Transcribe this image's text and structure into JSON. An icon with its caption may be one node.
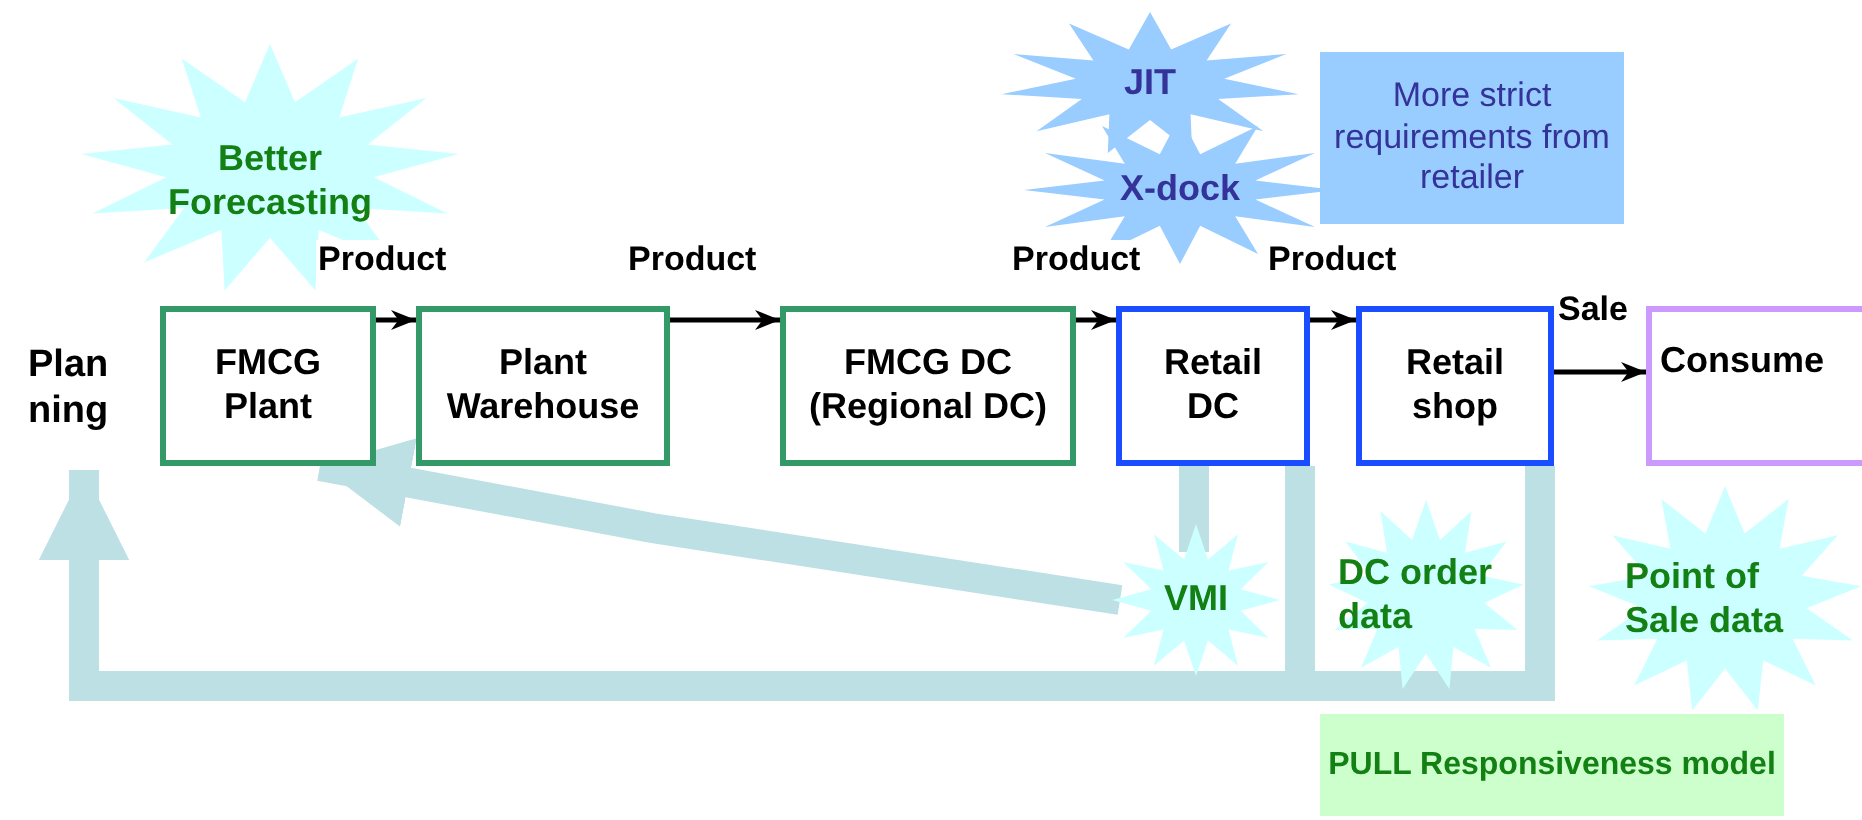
{
  "diagram": {
    "nodes": [
      {
        "text": [
          "Plan ning"
        ]
      },
      {
        "text": [
          "FMCG Plant"
        ]
      },
      {
        "text": [
          "Plant Warehouse"
        ]
      },
      {
        "text": [
          "FMCG DC (Regional DC)"
        ]
      },
      {
        "text": [
          "Retail DC"
        ]
      },
      {
        "text": [
          "Retail shop"
        ]
      },
      {
        "text": [
          "Consume"
        ]
      },
      {
        "text": [
          "Better Forecasting"
        ]
      },
      {
        "text": [
          "JIT"
        ]
      },
      {
        "text": [
          "X-dock"
        ]
      },
      {
        "text": [
          "More strict requirements from retailer"
        ]
      },
      {
        "text": [
          "VMI"
        ]
      },
      {
        "text": [
          "DC order data"
        ]
      },
      {
        "text": [
          "Point of Sale data"
        ]
      },
      {
        "text": [
          "PULL Responsiveness model"
        ]
      }
    ],
    "edges": [
      {
        "from": 1,
        "to": 2,
        "arrow": "to",
        "label": "Product"
      },
      {
        "from": 2,
        "to": 3,
        "arrow": "to",
        "label": "Product"
      },
      {
        "from": 3,
        "to": 4,
        "arrow": "to",
        "label": "Product"
      },
      {
        "from": 4,
        "to": 5,
        "arrow": "to",
        "label": "Product"
      },
      {
        "from": 5,
        "to": 6,
        "arrow": "to",
        "label": "Sale"
      },
      {
        "from": 4,
        "to": 11,
        "arrow": "none",
        "style": "thick",
        "color": "#bce0e3"
      },
      {
        "from": 11,
        "to": 1,
        "arrow": "to",
        "style": "thick",
        "color": "#bce0e3"
      },
      {
        "from": 4,
        "to": 0,
        "arrow": "to",
        "style": "thick",
        "color": "#bce0e3"
      },
      {
        "from": 5,
        "to": 0,
        "arrow": "to",
        "style": "thick",
        "color": "#bce0e3"
      }
    ]
  }
}
